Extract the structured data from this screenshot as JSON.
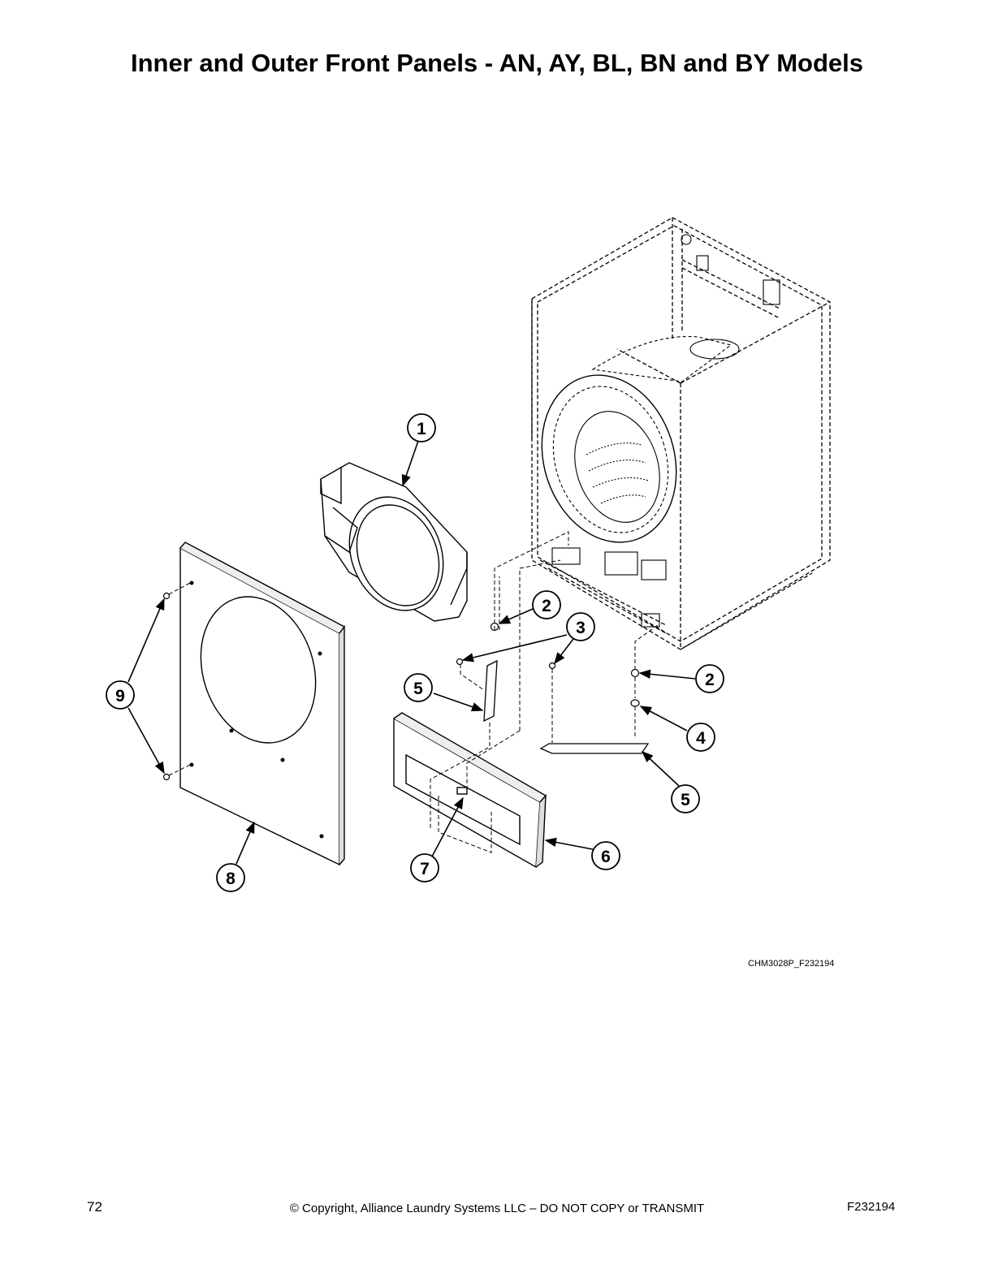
{
  "page": {
    "title": "Inner and Outer Front Panels - AN, AY, BL, BN and BY Models",
    "figure_code": "CHM3028P_F232194",
    "page_number": "72",
    "copyright": "© Copyright, Alliance Laundry Systems LLC – DO NOT COPY or TRANSMIT",
    "document_code": "F232194"
  },
  "callouts": [
    {
      "label": "1"
    },
    {
      "label": "2"
    },
    {
      "label": "3"
    },
    {
      "label": "2"
    },
    {
      "label": "5"
    },
    {
      "label": "9"
    },
    {
      "label": "4"
    },
    {
      "label": "5"
    },
    {
      "label": "6"
    },
    {
      "label": "7"
    },
    {
      "label": "8"
    }
  ]
}
